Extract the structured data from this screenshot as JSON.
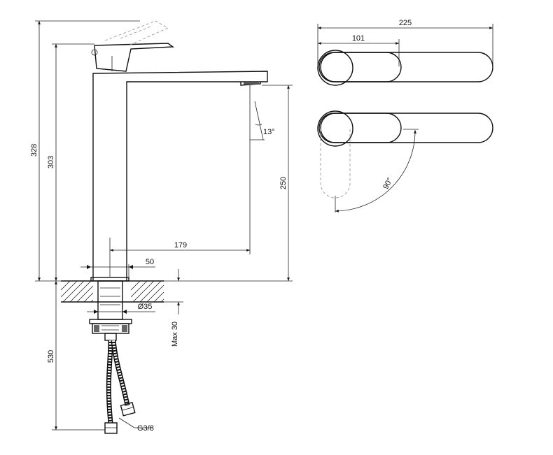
{
  "dimensions": {
    "total_height": "328",
    "body_height": "303",
    "spout_height": "250",
    "spout_reach": "179",
    "base_width": "50",
    "mount_hole": "Ø35",
    "counter_thickness": "Max 30",
    "hose_length": "530",
    "hose_thread": "G3/8",
    "spray_angle": "13°",
    "overall_length": "225",
    "handle_length": "101",
    "handle_rotation": "90°"
  },
  "colors": {
    "line": "#111111",
    "ghost_line": "#9a9a9a",
    "background": "#ffffff"
  }
}
